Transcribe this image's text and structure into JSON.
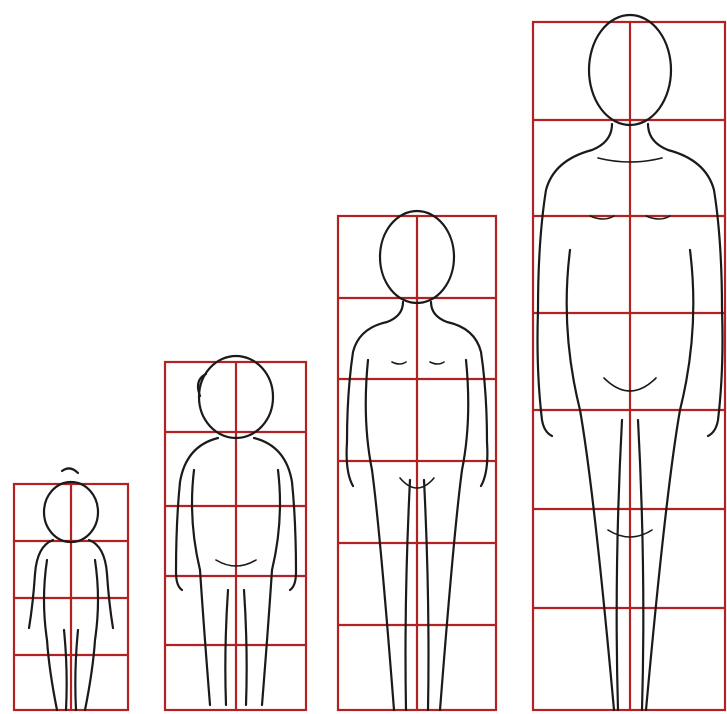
{
  "figure": {
    "description_kind": "human body proportions by age",
    "figure_count": 4,
    "figures": [
      {
        "id": "infant",
        "head_units": 4
      },
      {
        "id": "young-child",
        "head_units": 5
      },
      {
        "id": "child",
        "head_units": 6
      },
      {
        "id": "adult",
        "head_units": 7
      }
    ],
    "colors": {
      "grid": "#b22222",
      "outline": "#1a1a1a",
      "background": "#ffffff"
    }
  }
}
